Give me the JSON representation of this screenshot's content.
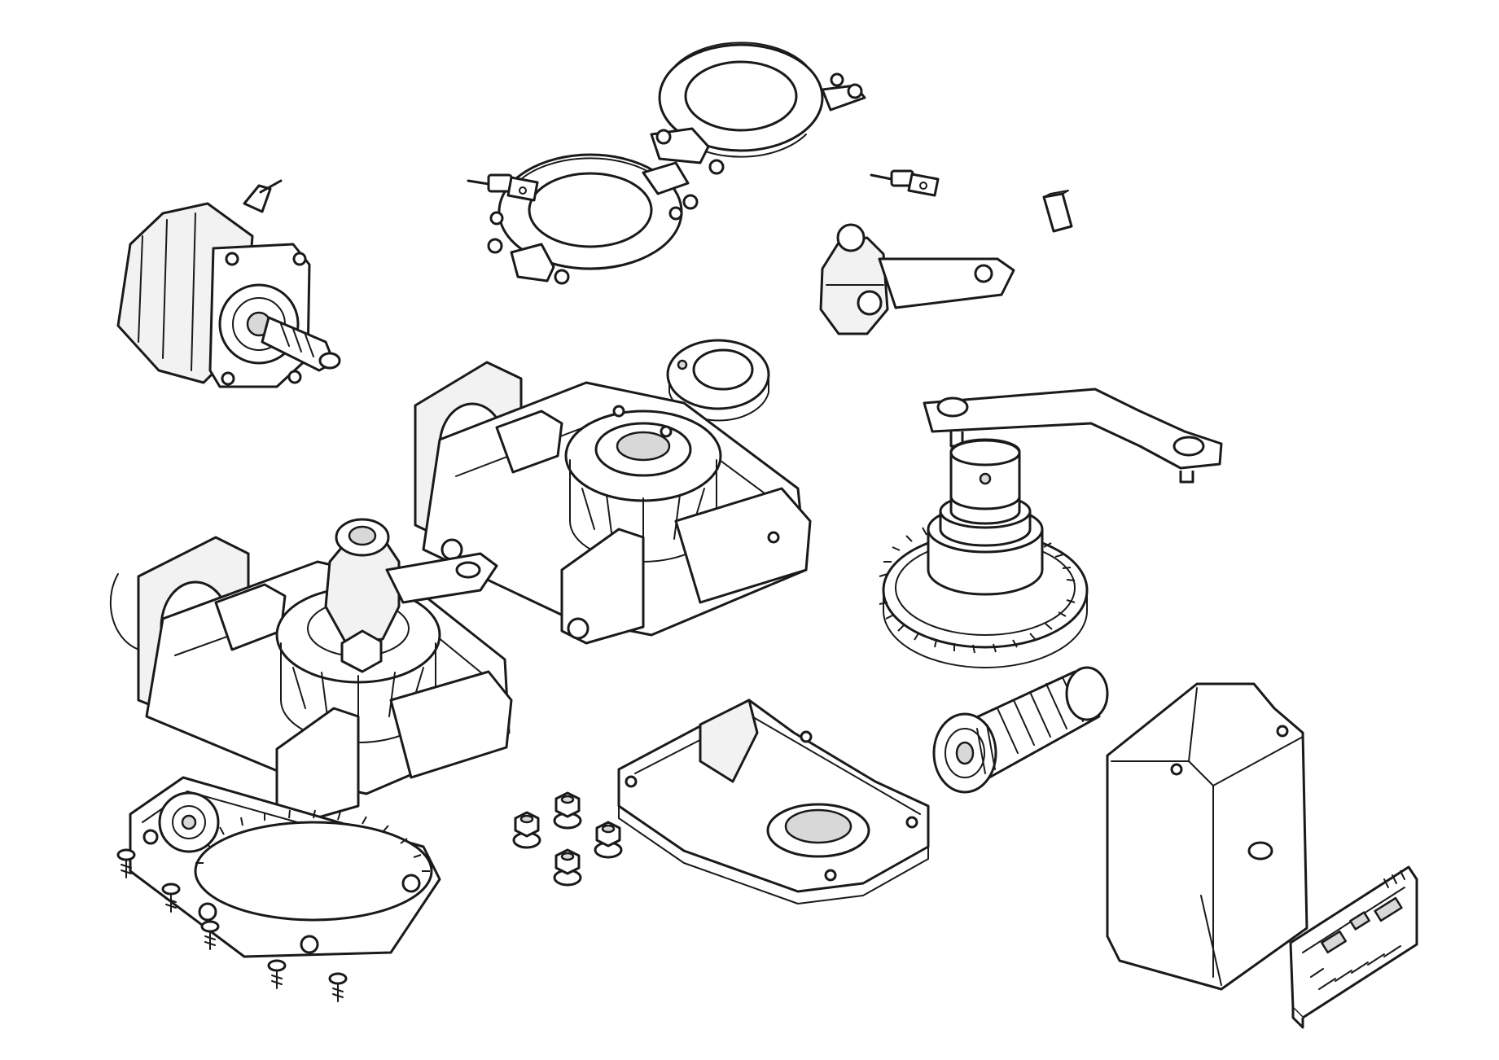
{
  "diagram": {
    "background_color": "#ffffff",
    "line_color": "#1a1a1a",
    "parts": [
      {
        "id": "electric-motor",
        "icon": "motor-icon"
      },
      {
        "id": "upper-limit-ring",
        "icon": "ring-plate-icon"
      },
      {
        "id": "lower-limit-ring",
        "icon": "ring-plate-icon"
      },
      {
        "id": "microswitch-left",
        "icon": "microswitch-icon"
      },
      {
        "id": "microswitch-right",
        "icon": "microswitch-icon"
      },
      {
        "id": "key-block",
        "icon": "key-icon"
      },
      {
        "id": "release-lever-hub",
        "icon": "lever-icon"
      },
      {
        "id": "bearing-ring",
        "icon": "bearing-icon"
      },
      {
        "id": "gearbox-housing-top",
        "icon": "housing-icon"
      },
      {
        "id": "operating-arm",
        "icon": "arm-icon"
      },
      {
        "id": "output-gear-shaft",
        "icon": "gear-icon"
      },
      {
        "id": "gearmotor-assembly",
        "icon": "assembly-icon"
      },
      {
        "id": "worm-screw",
        "icon": "worm-icon"
      },
      {
        "id": "bottom-cover",
        "icon": "cover-icon"
      },
      {
        "id": "nuts-washers",
        "icon": "nut-icon"
      },
      {
        "id": "screws",
        "icon": "screw-icon"
      },
      {
        "id": "control-box",
        "icon": "box-icon"
      },
      {
        "id": "control-board",
        "icon": "circuit-board-icon"
      }
    ]
  }
}
